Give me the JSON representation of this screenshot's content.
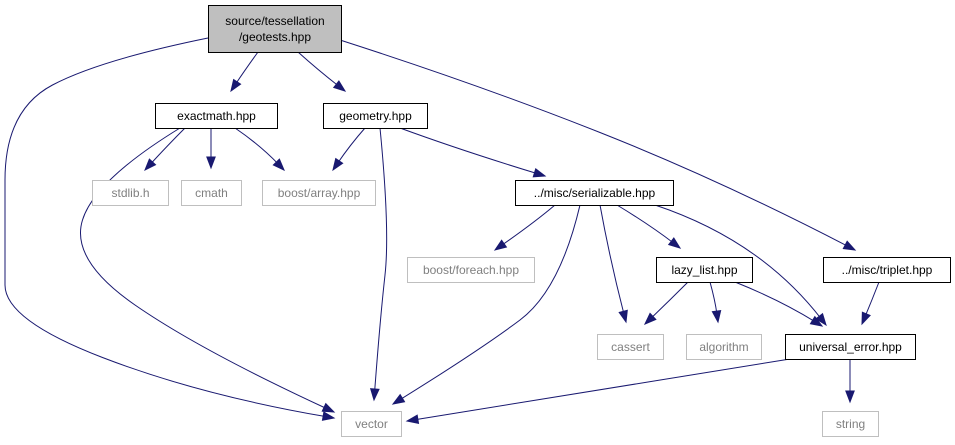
{
  "colors": {
    "edge": "#191970",
    "root_fill": "#bfbfbf",
    "node_border": "#000000",
    "external_border": "#bfbfbf",
    "external_text": "#808080",
    "text": "#000000"
  },
  "nodes": [
    {
      "id": "root",
      "kind": "root",
      "lines": [
        "source/tessellation",
        "/geotests.hpp"
      ]
    },
    {
      "id": "exactmath",
      "kind": "local",
      "lines": [
        "exactmath.hpp"
      ]
    },
    {
      "id": "geometry",
      "kind": "local",
      "lines": [
        "geometry.hpp"
      ]
    },
    {
      "id": "stdlib",
      "kind": "external",
      "lines": [
        "stdlib.h"
      ]
    },
    {
      "id": "cmath",
      "kind": "external",
      "lines": [
        "cmath"
      ]
    },
    {
      "id": "boostarray",
      "kind": "external",
      "lines": [
        "boost/array.hpp"
      ]
    },
    {
      "id": "serializable",
      "kind": "local",
      "lines": [
        "../misc/serializable.hpp"
      ]
    },
    {
      "id": "boostforeach",
      "kind": "external",
      "lines": [
        "boost/foreach.hpp"
      ]
    },
    {
      "id": "lazylist",
      "kind": "local",
      "lines": [
        "lazy_list.hpp"
      ]
    },
    {
      "id": "triplet",
      "kind": "local",
      "lines": [
        "../misc/triplet.hpp"
      ]
    },
    {
      "id": "cassert",
      "kind": "external",
      "lines": [
        "cassert"
      ]
    },
    {
      "id": "algorithm",
      "kind": "external",
      "lines": [
        "algorithm"
      ]
    },
    {
      "id": "universalerror",
      "kind": "local",
      "lines": [
        "universal_error.hpp"
      ]
    },
    {
      "id": "vector",
      "kind": "external",
      "lines": [
        "vector"
      ]
    },
    {
      "id": "string",
      "kind": "external",
      "lines": [
        "string"
      ]
    }
  ],
  "edges": [
    [
      "root",
      "exactmath"
    ],
    [
      "root",
      "geometry"
    ],
    [
      "root",
      "triplet"
    ],
    [
      "root",
      "vector"
    ],
    [
      "exactmath",
      "stdlib"
    ],
    [
      "exactmath",
      "cmath"
    ],
    [
      "exactmath",
      "boostarray"
    ],
    [
      "exactmath",
      "vector"
    ],
    [
      "geometry",
      "boostarray"
    ],
    [
      "geometry",
      "serializable"
    ],
    [
      "geometry",
      "vector"
    ],
    [
      "serializable",
      "boostforeach"
    ],
    [
      "serializable",
      "lazylist"
    ],
    [
      "serializable",
      "cassert"
    ],
    [
      "serializable",
      "universalerror"
    ],
    [
      "serializable",
      "vector"
    ],
    [
      "lazylist",
      "cassert"
    ],
    [
      "lazylist",
      "algorithm"
    ],
    [
      "lazylist",
      "universalerror"
    ],
    [
      "triplet",
      "universalerror"
    ],
    [
      "universalerror",
      "vector"
    ],
    [
      "universalerror",
      "string"
    ]
  ]
}
